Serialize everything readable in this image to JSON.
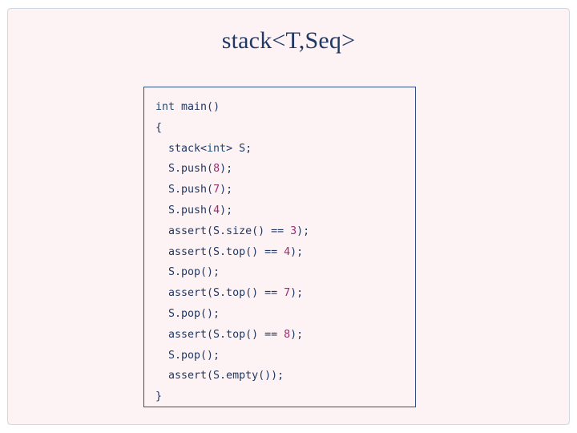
{
  "slide": {
    "title": "stack<T,Seq>",
    "colors": {
      "background": "#fdf2f4",
      "title_color": "#1f3864",
      "code_border": "#2f4f86",
      "keyword": "#1f4e79",
      "number": "#9b2d6f",
      "frame_border": "#cfd9e6"
    },
    "code": {
      "language": "cpp",
      "lines": [
        {
          "id": "line-1",
          "segments": [
            {
              "t": "int",
              "c": "kw"
            },
            {
              "t": " main()",
              "c": "ident"
            }
          ]
        },
        {
          "id": "line-2",
          "segments": [
            {
              "t": "{",
              "c": "ident"
            }
          ]
        },
        {
          "id": "line-3",
          "segments": [
            {
              "t": "  stack<",
              "c": "ident"
            },
            {
              "t": "int",
              "c": "kw"
            },
            {
              "t": "> S;",
              "c": "ident"
            }
          ]
        },
        {
          "id": "line-4",
          "segments": [
            {
              "t": "  S.push(",
              "c": "ident"
            },
            {
              "t": "8",
              "c": "num"
            },
            {
              "t": ");",
              "c": "ident"
            }
          ]
        },
        {
          "id": "line-5",
          "segments": [
            {
              "t": "  S.push(",
              "c": "ident"
            },
            {
              "t": "7",
              "c": "num"
            },
            {
              "t": ");",
              "c": "ident"
            }
          ]
        },
        {
          "id": "line-6",
          "segments": [
            {
              "t": "  S.push(",
              "c": "ident"
            },
            {
              "t": "4",
              "c": "num"
            },
            {
              "t": ");",
              "c": "ident"
            }
          ]
        },
        {
          "id": "line-7",
          "segments": [
            {
              "t": "  assert(S.size() == ",
              "c": "ident"
            },
            {
              "t": "3",
              "c": "num"
            },
            {
              "t": ");",
              "c": "ident"
            }
          ]
        },
        {
          "id": "line-8",
          "segments": [
            {
              "t": "  assert(S.top() == ",
              "c": "ident"
            },
            {
              "t": "4",
              "c": "num"
            },
            {
              "t": ");",
              "c": "ident"
            }
          ]
        },
        {
          "id": "line-9",
          "segments": [
            {
              "t": "  S.pop();",
              "c": "ident"
            }
          ]
        },
        {
          "id": "line-10",
          "segments": [
            {
              "t": "  assert(S.top() == ",
              "c": "ident"
            },
            {
              "t": "7",
              "c": "num"
            },
            {
              "t": ");",
              "c": "ident"
            }
          ]
        },
        {
          "id": "line-11",
          "segments": [
            {
              "t": "  S.pop();",
              "c": "ident"
            }
          ]
        },
        {
          "id": "line-12",
          "segments": [
            {
              "t": "  assert(S.top() == ",
              "c": "ident"
            },
            {
              "t": "8",
              "c": "num"
            },
            {
              "t": ");",
              "c": "ident"
            }
          ]
        },
        {
          "id": "line-13",
          "segments": [
            {
              "t": "  S.pop();",
              "c": "ident"
            }
          ]
        },
        {
          "id": "line-14",
          "segments": [
            {
              "t": "  assert(S.empty());",
              "c": "ident"
            }
          ]
        },
        {
          "id": "line-15",
          "segments": [
            {
              "t": "}",
              "c": "ident"
            }
          ]
        }
      ]
    }
  }
}
